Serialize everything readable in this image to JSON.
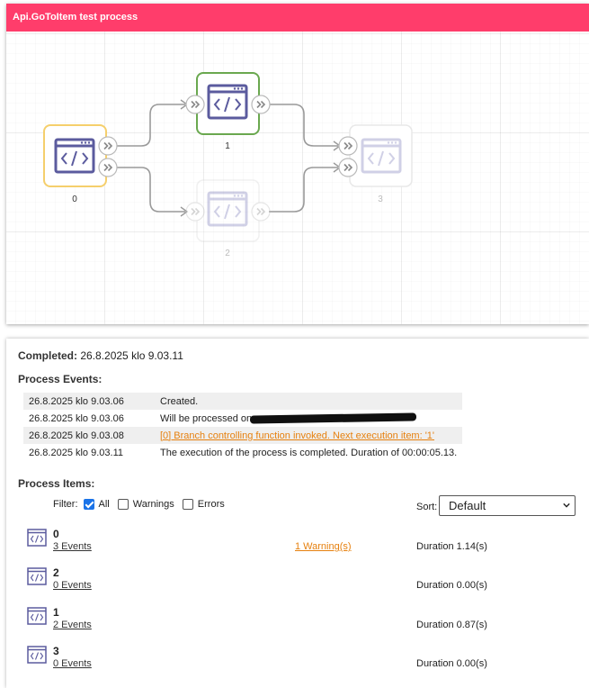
{
  "process": {
    "title": "Api.GoToItem test process"
  },
  "nodes": [
    {
      "label": "0",
      "state": "active"
    },
    {
      "label": "1",
      "state": "done"
    },
    {
      "label": "2",
      "state": "inactive"
    },
    {
      "label": "3",
      "state": "inactive"
    }
  ],
  "colors": {
    "header": "#ff3d6b",
    "node_active_border": "#f5cf6c",
    "node_done_border": "#6aa84f",
    "link": "#e6800e",
    "checkbox": "#1a73e8"
  },
  "completed": {
    "label": "Completed:",
    "value": "26.8.2025 klo 9.03.11"
  },
  "events": {
    "title": "Process Events:",
    "rows": [
      {
        "time": "26.8.2025 klo 9.03.06",
        "message": "Created."
      },
      {
        "time": "26.8.2025 klo 9.03.06",
        "message": "Will be processed on"
      },
      {
        "time": "26.8.2025 klo 9.03.08",
        "message": "[0] Branch controlling function invoked. Next execution item: '1'"
      },
      {
        "time": "26.8.2025 klo 9.03.11",
        "message": "The execution of the process is completed. Duration of 00:00:05.13."
      }
    ]
  },
  "items": {
    "title": "Process Items:",
    "filter_label": "Filter:",
    "filters": [
      {
        "label": "All",
        "checked": true
      },
      {
        "label": "Warnings",
        "checked": false
      },
      {
        "label": "Errors",
        "checked": false
      }
    ],
    "sort_label": "Sort:",
    "sort_value": "Default",
    "list": [
      {
        "id": "0",
        "events": "3 Events",
        "warning": "1 Warning(s)",
        "duration": "Duration 1.14(s)"
      },
      {
        "id": "2",
        "events": "0 Events",
        "warning": "",
        "duration": "Duration 0.00(s)"
      },
      {
        "id": "1",
        "events": "2 Events",
        "warning": "",
        "duration": "Duration 0.87(s)"
      },
      {
        "id": "3",
        "events": "0 Events",
        "warning": "",
        "duration": "Duration 0.00(s)"
      }
    ]
  }
}
